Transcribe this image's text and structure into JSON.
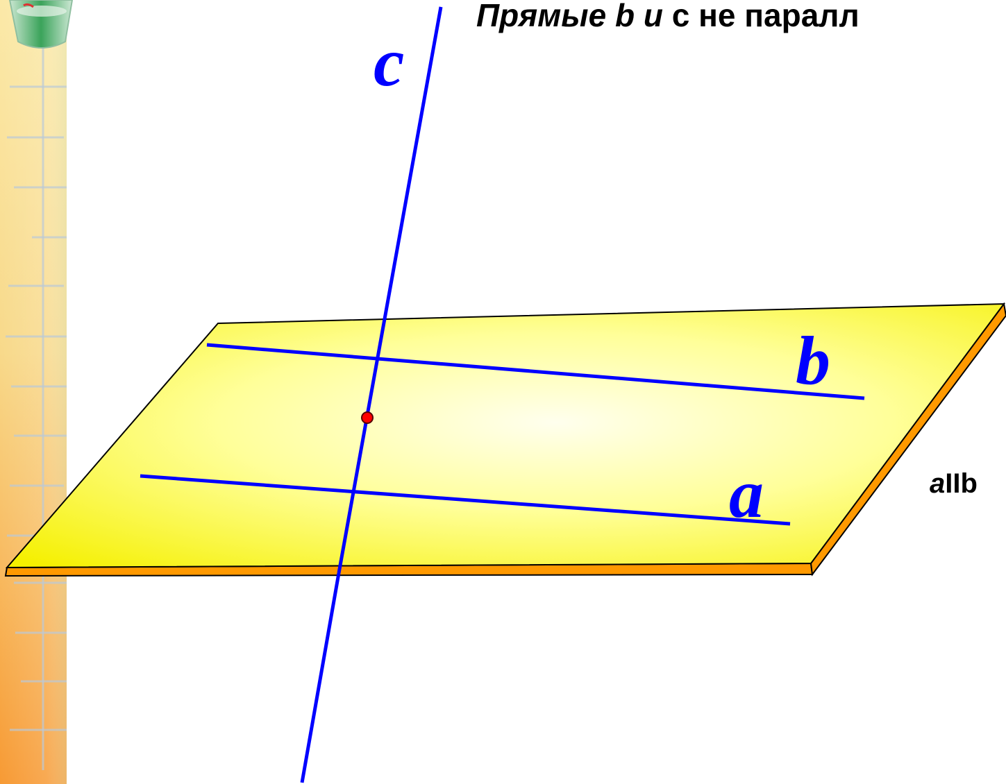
{
  "slide": {
    "title_prefix": "Прямые ",
    "title_b": "b",
    "title_and": " и ",
    "title_rest": "с не паралл",
    "relation_a": "a",
    "relation_rest": "IIb"
  },
  "diagram": {
    "lines": [
      {
        "id": "a",
        "label": "a",
        "color": "#0000ff"
      },
      {
        "id": "b",
        "label": "b",
        "color": "#0000ff"
      },
      {
        "id": "c",
        "label": "c",
        "color": "#0000ff"
      }
    ],
    "plane": {
      "fill_light": "#ffffe0",
      "fill_dark": "#ffff00",
      "edge_color": "#ff9900"
    },
    "point": {
      "color": "#ff0000"
    }
  },
  "sidebar": {
    "color_top": "#f9e7a3",
    "color_bottom": "#f7a03a",
    "logo": "glass-cup-logo"
  }
}
